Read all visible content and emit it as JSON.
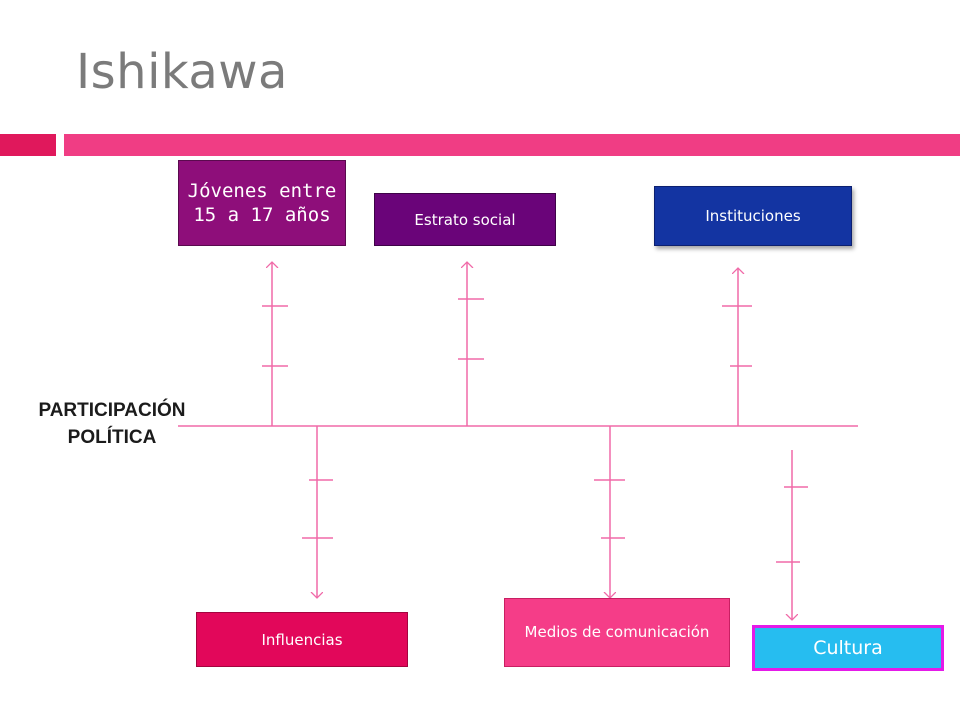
{
  "slide": {
    "title": "Ishikawa",
    "effect": {
      "line1": "PARTICIPACIÓN",
      "line2": "POLÍTICA"
    }
  },
  "causes": {
    "jovenes": "Jóvenes entre 15 a 17 años",
    "estrato": "Estrato social",
    "instituciones": "Instituciones",
    "influencias": "Influencias",
    "medios": "Medios de comunicación",
    "cultura": "Cultura"
  },
  "colors": {
    "accent_bar_left": "#e0185c",
    "accent_bar_right": "#f03d84",
    "diagram_lines": "#f06aa8"
  }
}
